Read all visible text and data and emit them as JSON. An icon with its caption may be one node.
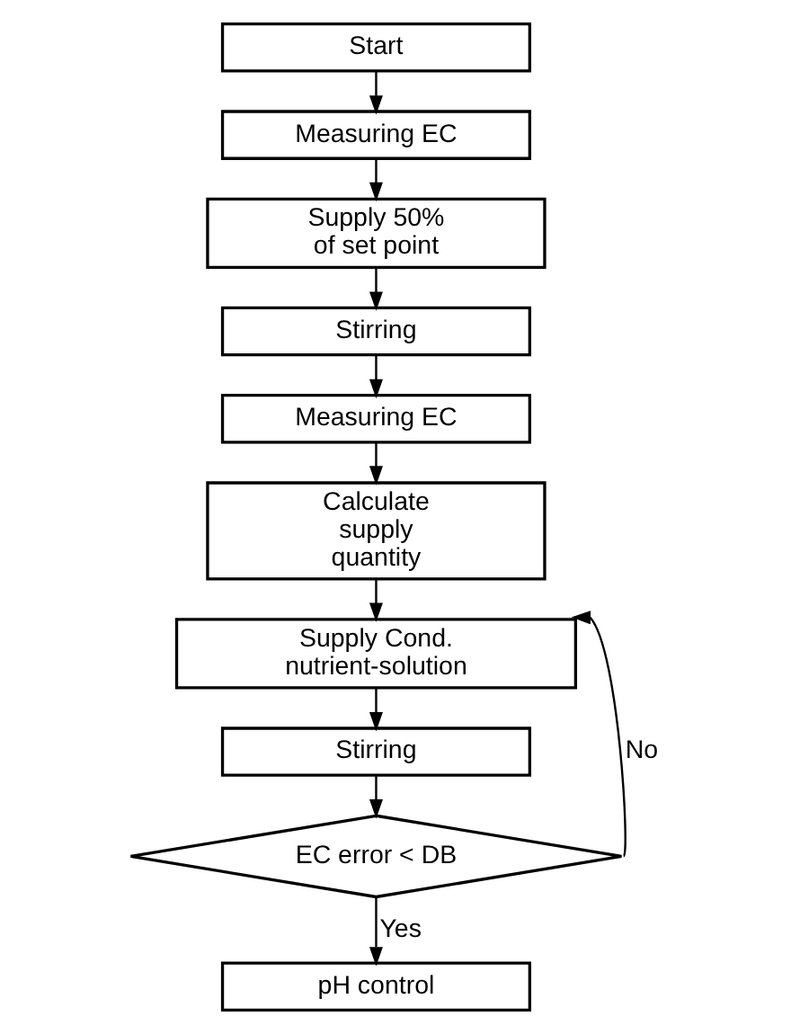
{
  "diagram": {
    "nodes": [
      {
        "text": [
          "Start"
        ]
      },
      {
        "text": [
          "Measuring EC"
        ]
      },
      {
        "text": [
          "Supply 50% of set point"
        ]
      },
      {
        "text": [
          "Stirring"
        ]
      },
      {
        "text": [
          "Measuring EC"
        ]
      },
      {
        "text": [
          "Calculate supply quantity"
        ]
      },
      {
        "text": [
          "Supply Cond. nutrient-solution"
        ]
      },
      {
        "text": [
          "Stirring"
        ]
      },
      {
        "text": [
          "EC error < DB"
        ]
      },
      {
        "text": [
          "pH control"
        ]
      }
    ],
    "edges": [
      {
        "from": 0,
        "to": 1,
        "arrow": "to"
      },
      {
        "from": 1,
        "to": 2,
        "arrow": "to"
      },
      {
        "from": 2,
        "to": 3,
        "arrow": "to"
      },
      {
        "from": 3,
        "to": 4,
        "arrow": "to"
      },
      {
        "from": 4,
        "to": 5,
        "arrow": "to"
      },
      {
        "from": 5,
        "to": 6,
        "arrow": "to"
      },
      {
        "from": 6,
        "to": 7,
        "arrow": "to"
      },
      {
        "from": 7,
        "to": 8,
        "arrow": "to"
      },
      {
        "from": 8,
        "to": 9,
        "arrow": "to",
        "label": "Yes"
      },
      {
        "from": 8,
        "to": 6,
        "arrow": "to",
        "label": "No"
      }
    ]
  }
}
